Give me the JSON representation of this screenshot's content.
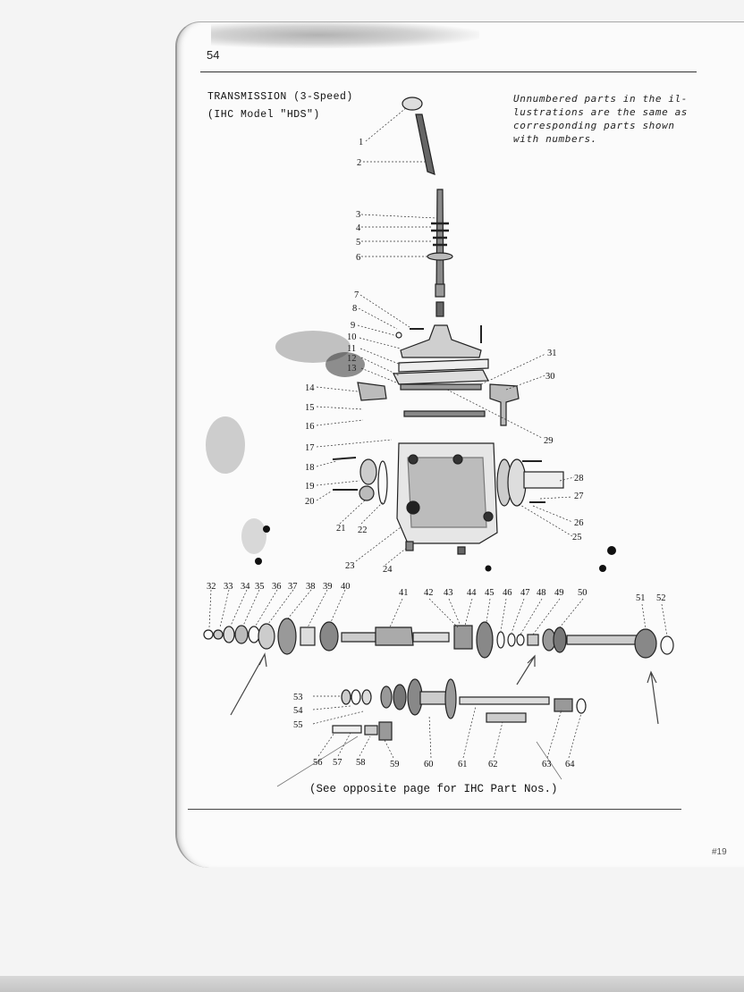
{
  "page_number": "54",
  "title_lines": [
    "TRANSMISSION (3-Speed)",
    "(IHC Model \"HDS\")"
  ],
  "note_lines": [
    "Unnumbered parts in the il-",
    "lustrations are the same as",
    "corresponding parts shown",
    "with numbers."
  ],
  "footer_note": "(See opposite page for IHC Part Nos.)",
  "corner_mark": "#19",
  "callouts": [
    "1",
    "2",
    "3",
    "4",
    "5",
    "6",
    "7",
    "8",
    "9",
    "10",
    "11",
    "12",
    "13",
    "14",
    "15",
    "16",
    "17",
    "18",
    "19",
    "20",
    "21",
    "22",
    "23",
    "24",
    "25",
    "26",
    "27",
    "28",
    "29",
    "30",
    "31",
    "32",
    "33",
    "34",
    "35",
    "36",
    "37",
    "38",
    "39",
    "40",
    "41",
    "42",
    "43",
    "44",
    "45",
    "46",
    "47",
    "48",
    "49",
    "50",
    "51",
    "52",
    "53",
    "54",
    "55",
    "56",
    "57",
    "58",
    "59",
    "60",
    "61",
    "62",
    "63",
    "64"
  ]
}
